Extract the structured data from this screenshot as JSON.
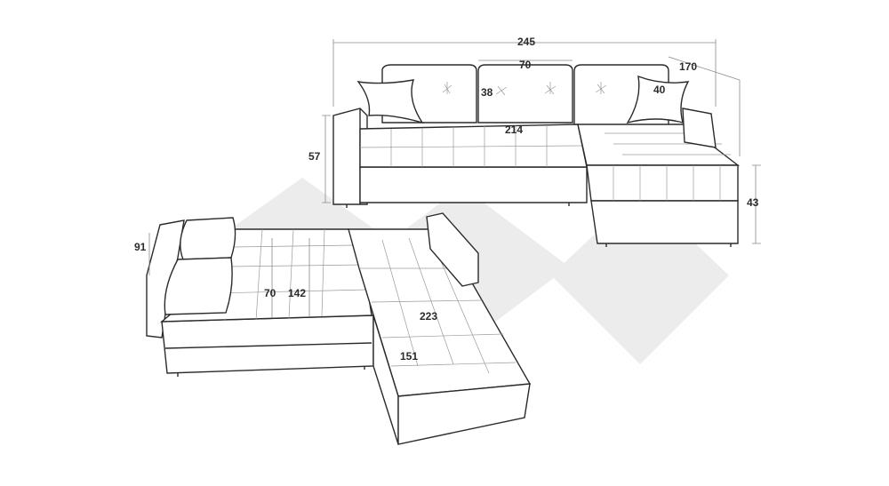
{
  "dimensions": {
    "total_width": "245",
    "depth": "170",
    "backrest_width": "70",
    "backrest_height": "38",
    "cushion": "40",
    "seat_width": "214",
    "height": "57",
    "chaise_height": "43",
    "arm_height": "91",
    "bed_width": "142",
    "bed_depth": "70",
    "bed_length": "223",
    "chaise_length": "151"
  },
  "colors": {
    "line": "#2b2b2b",
    "watermark": "#ececec"
  }
}
